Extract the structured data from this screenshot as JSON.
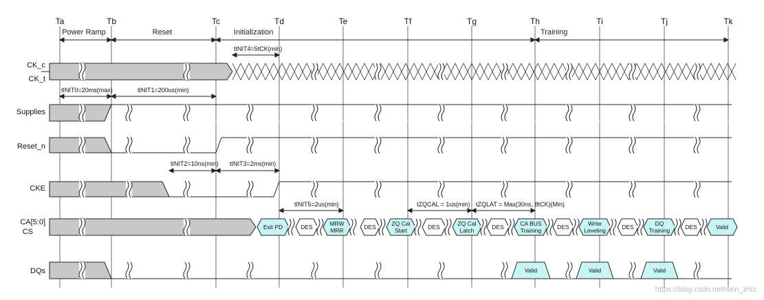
{
  "time_markers": [
    "Ta",
    "Tb",
    "Tc",
    "Td",
    "Te",
    "Tf",
    "Tg",
    "Th",
    "Ti",
    "Tj",
    "Tk"
  ],
  "phases": [
    "Power Ramp",
    "Reset",
    "Initialization",
    "Training"
  ],
  "signals": {
    "ck_c": "CK_c",
    "ck_t": "CK_t",
    "supplies": "Supplies",
    "reset_n": "Reset_n",
    "cke": "CKE",
    "ca": "CA[5:0]",
    "cs": "CS",
    "dqs": "DQs"
  },
  "timings": {
    "tinit4": "tINIT4=5tCK(min)",
    "tinit0": "tINIT0=20ms(max)",
    "tinit1": "tINIT1=200us(min)",
    "tinit2": "tINIT2=10ns(min)",
    "tinit3": "tINIT3=2ms(min)",
    "tinit5": "tINIT5=2us(min)",
    "tzqcal": "tZQCAL = 1us(min)",
    "tzqlat": "tZQLAT = Max(30ns, 8tCK)(Min)"
  },
  "commands": [
    [
      "Exit PD"
    ],
    [
      "DES"
    ],
    [
      "MRW",
      "MRR"
    ],
    [
      "DES"
    ],
    [
      "ZQ Cal",
      "Start"
    ],
    [
      "DES"
    ],
    [
      "ZQ Cal",
      "Latch"
    ],
    [
      "DES"
    ],
    [
      "CA BUS",
      "Training"
    ],
    [
      "DES"
    ],
    [
      "Write",
      "Leveling"
    ],
    [
      "DES"
    ],
    [
      "DQ",
      "Training"
    ],
    [
      "DES"
    ],
    [
      "Valid"
    ]
  ],
  "dq_valid": [
    "Valid",
    "Valid",
    "Valid"
  ],
  "watermark": "https://blog.csdn.net/wen_zhiz",
  "colors": {
    "gray_fill": "#c8c8c8",
    "cyan_fill": "#c8f4f4",
    "line": "#222222",
    "grid": "#444444"
  }
}
